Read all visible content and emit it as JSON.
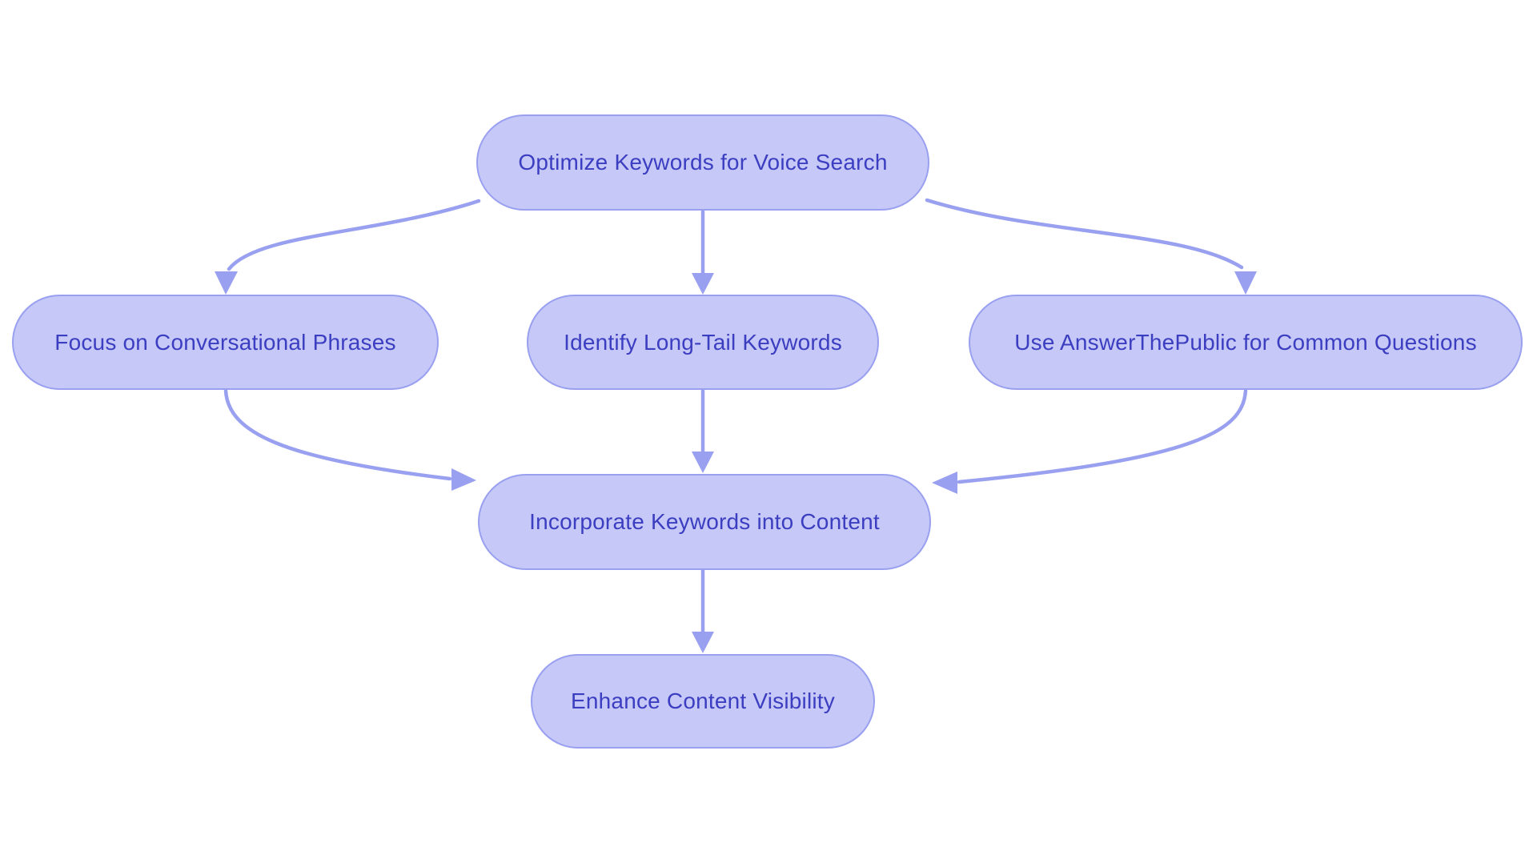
{
  "diagram": {
    "type": "flowchart",
    "direction": "top-down",
    "colors": {
      "background": "#ffffff",
      "node_fill": "#c6c8f7",
      "node_border": "#9aa0f0",
      "node_text": "#3c3ec1",
      "arrow": "#99a0f0"
    },
    "nodes": [
      {
        "id": "optimize",
        "label": "Optimize Keywords for Voice Search"
      },
      {
        "id": "conversational",
        "label": "Focus on Conversational Phrases"
      },
      {
        "id": "longtail",
        "label": "Identify Long-Tail Keywords"
      },
      {
        "id": "answerpublic",
        "label": "Use AnswerThePublic for Common Questions"
      },
      {
        "id": "incorporate",
        "label": "Incorporate Keywords into Content"
      },
      {
        "id": "visibility",
        "label": "Enhance Content Visibility"
      }
    ],
    "edges": [
      {
        "from": "optimize",
        "to": "conversational"
      },
      {
        "from": "optimize",
        "to": "longtail"
      },
      {
        "from": "optimize",
        "to": "answerpublic"
      },
      {
        "from": "conversational",
        "to": "incorporate"
      },
      {
        "from": "longtail",
        "to": "incorporate"
      },
      {
        "from": "answerpublic",
        "to": "incorporate"
      },
      {
        "from": "incorporate",
        "to": "visibility"
      }
    ]
  }
}
